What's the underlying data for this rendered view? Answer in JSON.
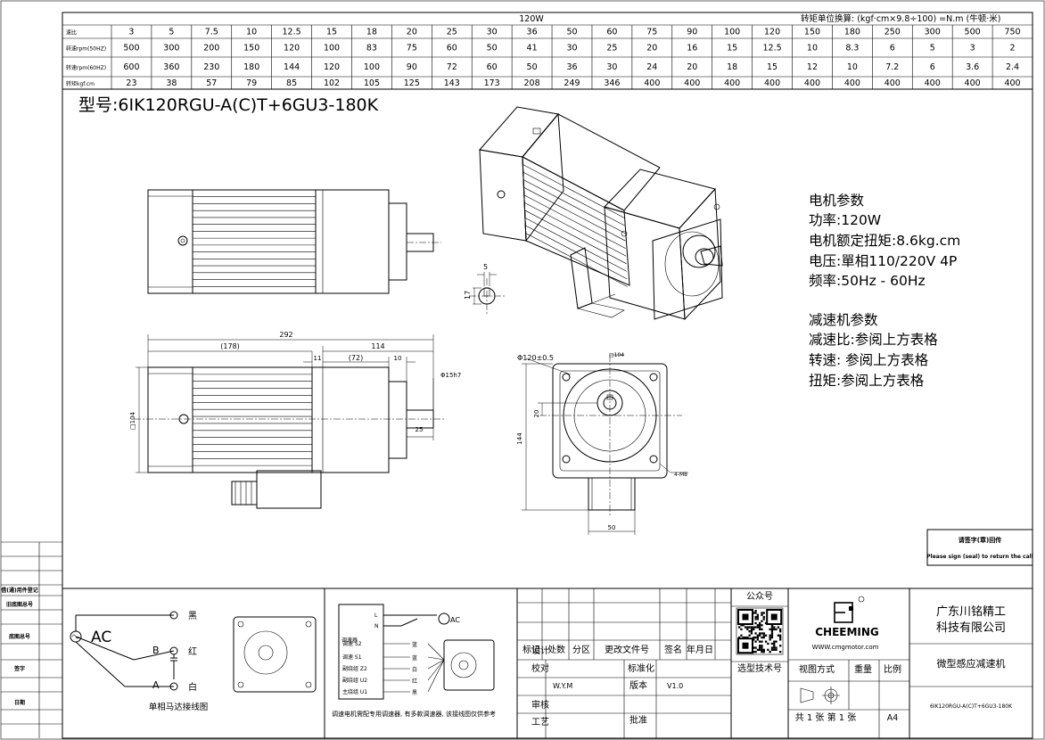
{
  "spec_table": {
    "power_header": "120W",
    "torque_note": "转矩单位换算:  (kgf·cm×9.8÷100) =N.m (牛顿·米)",
    "rows": [
      {
        "label": "速比",
        "values": [
          "3",
          "5",
          "7.5",
          "10",
          "12.5",
          "15",
          "18",
          "20",
          "25",
          "30",
          "36",
          "50",
          "60",
          "75",
          "90",
          "100",
          "120",
          "150",
          "180",
          "250",
          "300",
          "500",
          "750"
        ]
      },
      {
        "label": "转速rpm(50HZ)",
        "values": [
          "500",
          "300",
          "200",
          "150",
          "120",
          "100",
          "83",
          "75",
          "60",
          "50",
          "41",
          "30",
          "25",
          "20",
          "16",
          "15",
          "12.5",
          "10",
          "8.3",
          "6",
          "5",
          "3",
          "2"
        ]
      },
      {
        "label": "转速rpm(60HZ)",
        "values": [
          "600",
          "360",
          "230",
          "180",
          "144",
          "120",
          "100",
          "90",
          "72",
          "60",
          "50",
          "36",
          "30",
          "24",
          "20",
          "18",
          "15",
          "12",
          "10",
          "7.2",
          "6",
          "3.6",
          "2.4"
        ]
      },
      {
        "label": "转矩kgf.cm",
        "values": [
          "23",
          "38",
          "57",
          "79",
          "85",
          "102",
          "105",
          "125",
          "143",
          "173",
          "208",
          "249",
          "346",
          "400",
          "400",
          "400",
          "400",
          "400",
          "400",
          "400",
          "400",
          "400",
          "400"
        ]
      }
    ]
  },
  "model_title": "型号:6IK120RGU-A(C)T+6GU3-180K",
  "motor_params": {
    "heading": "电机参数",
    "lines": [
      "功率:120W",
      "电机额定扭矩:8.6kg.cm",
      "电压:單相110/220V 4P",
      "频率:50Hz - 60Hz"
    ]
  },
  "reducer_params": {
    "heading": "减速机参数",
    "lines": [
      "减速比:参阅上方表格",
      "转速: 参阅上方表格",
      "扭矩:参阅上方表格"
    ]
  },
  "dimensions": {
    "key_width": "5",
    "key_height": "17",
    "overall": "292",
    "motor_len": "(178)",
    "gear_len": "114",
    "step": "11",
    "body": "(72)",
    "shaft_step": "10",
    "shaft_dia": "Φ15h7",
    "shaft_len": "25",
    "square": "□104",
    "flange_dia": "Φ120±0.5",
    "front_square": "□104",
    "dim_20": "20",
    "height": "144",
    "holes": "4-M8",
    "box_width": "50"
  },
  "sign_box": {
    "cn": "请签字(章)回传",
    "en": "Please sign (seal) to return the call"
  },
  "left_labels": [
    "借(通)用件登记",
    "旧底图总号",
    "底图总号",
    "签字",
    "日期"
  ],
  "wiring1": {
    "ac": "AC",
    "black": "黑",
    "red": "红",
    "white": "白",
    "b": "B",
    "a": "A",
    "caption": "单相马达接线图"
  },
  "wiring2": {
    "l": "L",
    "n": "N",
    "ac": "AC",
    "governor": "调速器",
    "terms": [
      "调速 S2",
      "调速 S1",
      "副绕组 Z2",
      "副绕组 U2",
      "主绕组 U1"
    ],
    "colors": [
      "蓝",
      "蓝",
      "白",
      "红",
      "黑"
    ],
    "caption": "调速电机需配专用调速器, 有多款调速器, 该接线图仅供参考"
  },
  "title_block": {
    "rev_headers": [
      "标记",
      "处数",
      "分区",
      "更改文件号",
      "签名",
      "年月日"
    ],
    "design": "设计",
    "check": "校对",
    "checker": "W.Y.M",
    "review": "审核",
    "process": "工艺",
    "standard": "标准化",
    "version_label": "版本",
    "version": "V1.0",
    "approve": "批准",
    "wechat": "公众号",
    "selection": "选型技术号",
    "brand": "CHEEMING",
    "website": "WWW.cmgmotor.com",
    "company": "广东川铭精工科技有限公司",
    "product": "微型感应减速机",
    "view": "视图方式",
    "weight": "重量",
    "scale": "比例",
    "sheets": "共 1 张 第 1 张",
    "paper": "A4",
    "model_small": "6IK120RGU-A(C)T+6GU3-180K"
  }
}
